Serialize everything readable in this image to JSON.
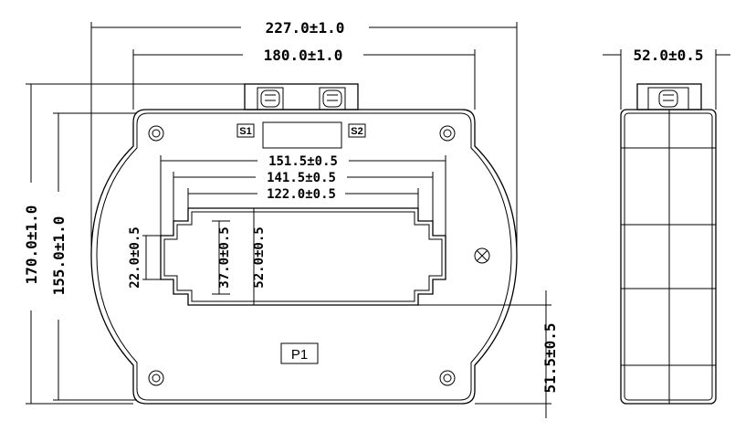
{
  "front_view": {
    "dimensions": {
      "overall_width": "227.0±1.0",
      "mounting_width": "180.0±1.0",
      "window_width_outer": "151.5±0.5",
      "window_width_mid": "141.5±0.5",
      "window_width_inner": "122.0±0.5",
      "window_height_small": "22.0±0.5",
      "window_height_mid": "37.0±0.5",
      "window_height_full": "52.0±0.5",
      "overall_height": "170.0±1.0",
      "mounting_height": "155.0±1.0",
      "window_offset_bottom": "51.5±0.5"
    },
    "labels": {
      "secondary_1": "S1",
      "secondary_2": "S2",
      "primary": "P1"
    }
  },
  "side_view": {
    "dimensions": {
      "depth": "52.0±0.5"
    }
  }
}
